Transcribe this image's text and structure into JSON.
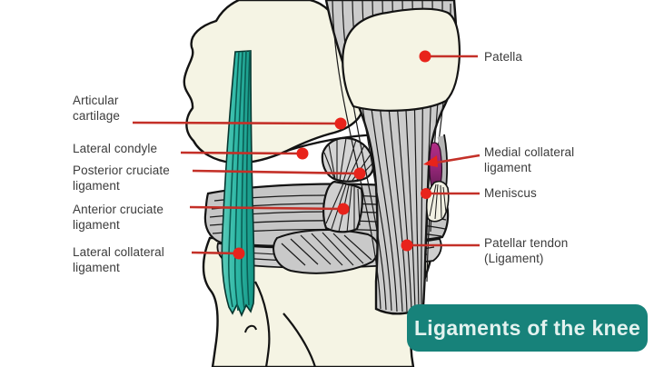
{
  "figure": {
    "badge": {
      "label": "Ligaments of the knee"
    },
    "labels": {
      "articular_cartilage": "Articular\ncartilage",
      "lateral_condyle": "Lateral condyle",
      "posterior_cruciate": "Posterior cruciate\nligament",
      "anterior_cruciate": "Anterior cruciate\nligament",
      "lateral_collateral": "Lateral collateral\nligament",
      "patella": "Patella",
      "medial_collateral": "Medial collateral\nligament",
      "meniscus": "Meniscus",
      "patellar_tendon": "Patellar tendon\n(Ligament)"
    },
    "colors": {
      "background": "#ffffff",
      "bone_cream": "#f5f4e4",
      "tendon_gray": "#cbcbcb",
      "meniscus_gray": "#c6c6c6",
      "ligament_teal": "#2eb8a6",
      "mcl_purple": "#a1267c",
      "callout_line_red": "#c43028",
      "callout_dot_red": "#e8231b",
      "label_text": "#3b3b3b",
      "badge_background": "#17827a",
      "badge_text": "#e3f2ef"
    }
  }
}
